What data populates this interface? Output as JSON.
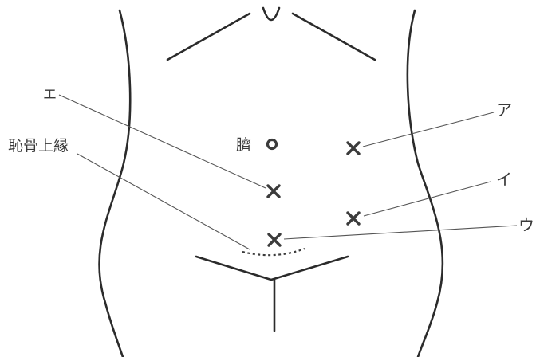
{
  "labels": {
    "navel": "臍",
    "pubic_margin": "恥骨上縁",
    "point_a": "ア",
    "point_i": "イ",
    "point_u": "ウ",
    "point_e": "エ"
  }
}
